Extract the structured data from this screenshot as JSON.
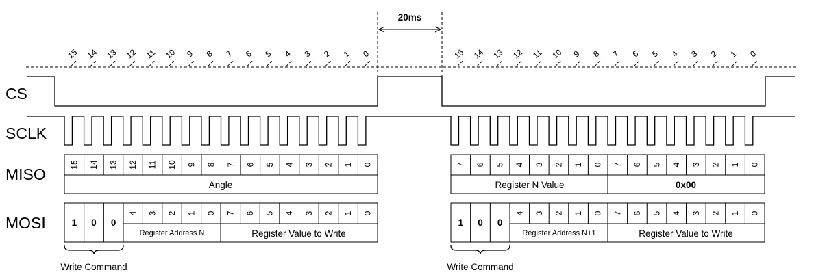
{
  "signals": {
    "cs": "CS",
    "sclk": "SCLK",
    "miso": "MISO",
    "mosi": "MOSI"
  },
  "delay_label": "20ms",
  "bit_ticks": [
    "15",
    "14",
    "13",
    "12",
    "11",
    "10",
    "9",
    "8",
    "7",
    "6",
    "5",
    "4",
    "3",
    "2",
    "1",
    "0"
  ],
  "miso": {
    "frame1": {
      "bits": [
        "15",
        "14",
        "13",
        "12",
        "11",
        "10",
        "9",
        "8",
        "7",
        "6",
        "5",
        "4",
        "3",
        "2",
        "1",
        "0"
      ],
      "field": "Angle"
    },
    "frame2": {
      "bits_a": [
        "7",
        "6",
        "5",
        "4",
        "3",
        "2",
        "1",
        "0"
      ],
      "field_a": "Register N Value",
      "bits_b": [
        "7",
        "6",
        "5",
        "4",
        "3",
        "2",
        "1",
        "0"
      ],
      "field_b": "0x00"
    }
  },
  "mosi": {
    "frame1": {
      "cmd_bits": [
        "1",
        "0",
        "0"
      ],
      "addr_bits": [
        "4",
        "3",
        "2",
        "1",
        "0"
      ],
      "addr_field": "Register Address N",
      "val_bits": [
        "7",
        "6",
        "5",
        "4",
        "3",
        "2",
        "1",
        "0"
      ],
      "val_field": "Register Value to Write"
    },
    "frame2": {
      "cmd_bits": [
        "1",
        "0",
        "0"
      ],
      "addr_bits": [
        "4",
        "3",
        "2",
        "1",
        "0"
      ],
      "addr_field": "Register Address N+1",
      "val_bits": [
        "7",
        "6",
        "5",
        "4",
        "3",
        "2",
        "1",
        "0"
      ],
      "val_field": "Register Value to Write"
    }
  },
  "write_command_label": "Write Command"
}
